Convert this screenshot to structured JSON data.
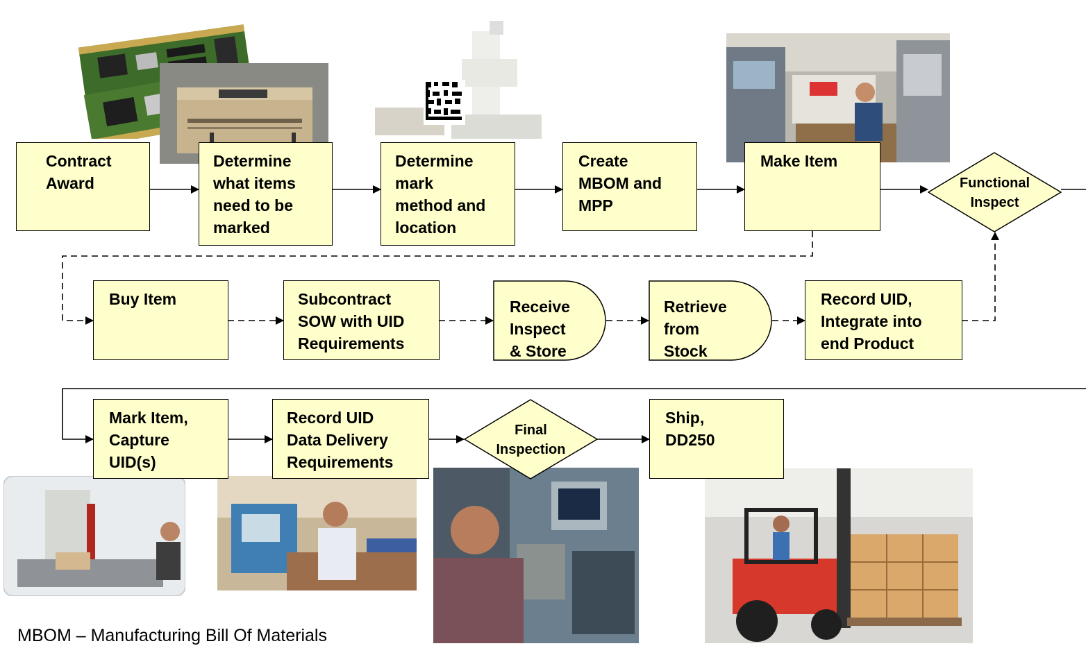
{
  "colors": {
    "box_fill": "#ffffcc",
    "line": "#000000",
    "background": "#ffffff"
  },
  "steps": {
    "contract_award": "Contract\nAward",
    "determine_items": "Determine\nwhat  items\nneed  to be\nmarked",
    "determine_mark": "Determine\nmark\nmethod and\nlocation",
    "create_mbom": "Create\nMBOM  and\nMPP",
    "make_item": "Make Item",
    "functional_inspect": "Functional\nInspect",
    "buy_item": "Buy Item",
    "subcontract": "Subcontract\nSOW with UID\nRequirements",
    "receive_inspect": "Receive\nInspect\n& Store",
    "retrieve_stock": "Retrieve\nfrom\nStock",
    "record_integrate": "Record UID,\nIntegrate into\nend Product",
    "mark_item": "Mark Item,\nCapture\nUID(s)",
    "record_delivery": "Record UID\nData Delivery\nRequirements",
    "final_inspection": "Final\nInspection",
    "ship": "Ship,\nDD250"
  },
  "photos": {
    "circuit_boards": "circuit-boards-photo",
    "equipment_box": "equipment-box-photo",
    "marking_machine": "marking-machine-photo",
    "machine_shop": "machine-shop-photo",
    "marking_station": "marking-station-photo",
    "computer_operator": "computer-operator-photo",
    "inspector": "inspector-photo",
    "forklift": "forklift-photo"
  },
  "footnote": "MBOM – Manufacturing Bill Of Materials"
}
